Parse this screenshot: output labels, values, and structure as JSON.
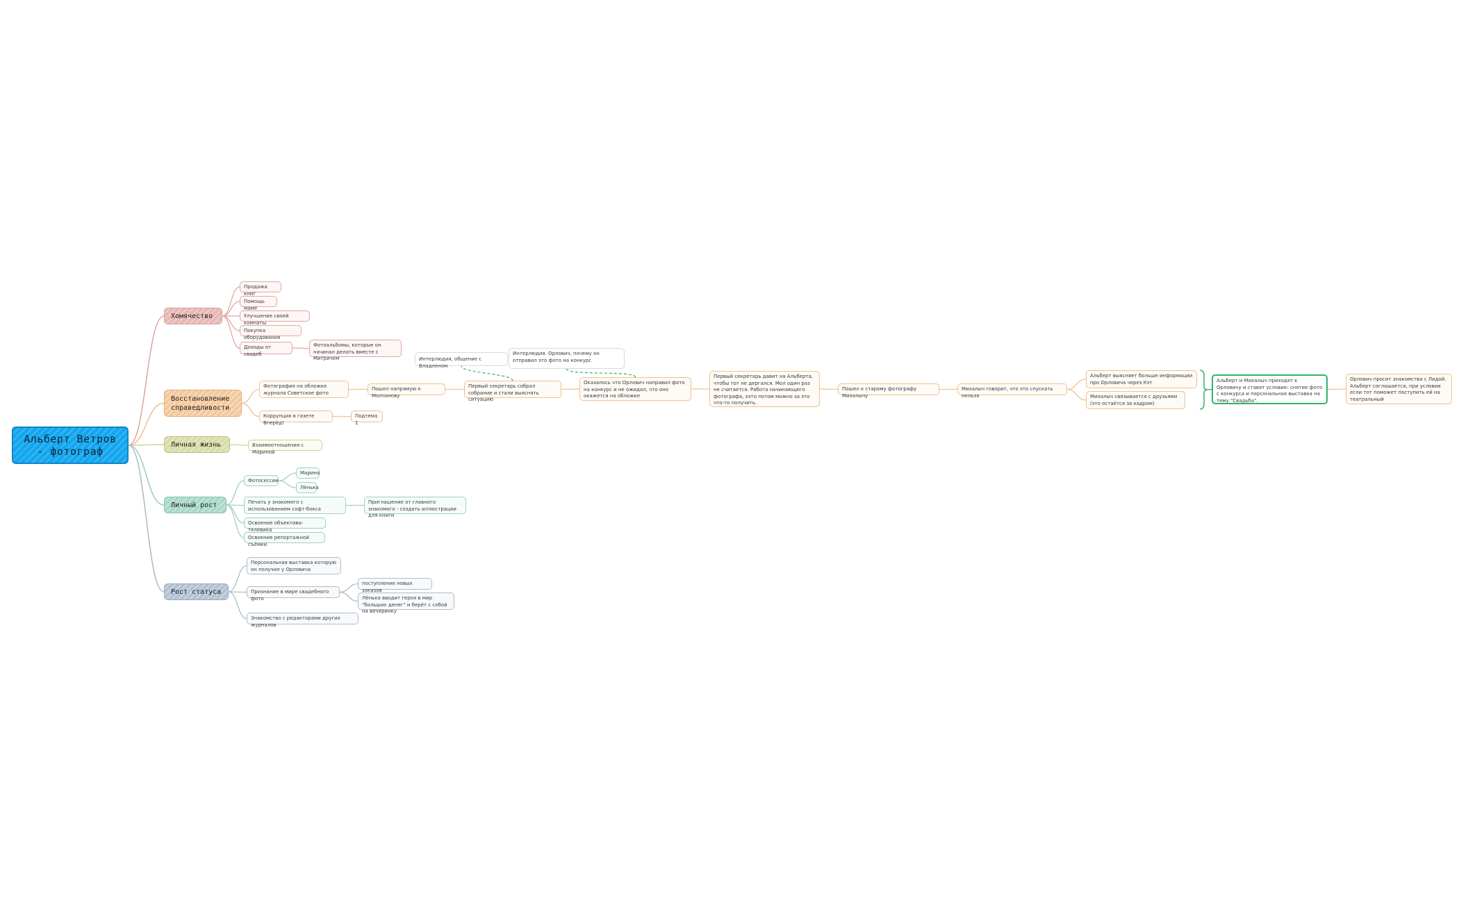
{
  "root": "Альберт Ветров - фотограф",
  "branches": {
    "hom": {
      "label": "Хомячество",
      "items": [
        "Продажа книг",
        "Помощь маме",
        "Улучшение своей комнаты",
        "Покупка оборудования",
        "Доходы от свадеб"
      ],
      "sub": "Фотоальбомы, которые он начинал делать вместе с Митричем"
    },
    "vos": {
      "label": "Восстановление справедливости",
      "photo": "Фотография на обложке журнала Советское фото",
      "went": "Пошел напрямую к Молчанову",
      "council": "Первый секретарь собрал собрание и стали выяснять ситуацию",
      "interlude1": "Интерлюдия, общение с Владленом",
      "turned": "Оказалось что Орлович направил фото на конкурс и не ожидал, что оно окажется на обложке",
      "interlude2": "Интерлюдия. Орлович, почему он отправил это фото на конкурс",
      "pressure": "Первый секретарь давит на Альберта, чтобы тот не дергался. Мол один раз не считается. Работа начинающего фотографа, хэто потом можно за это что-то получить.",
      "mikhalych": "Пошел к старому фотографу Михалычу",
      "says": "Михалыч говорит, что это спускать нельзя",
      "learn": "Альберт выясняет больше информации про Орловича через Кэт",
      "friends": "Михалыч связывается с друзьями (это остаётся за кадром)",
      "condition": "Альберт и Михалыч приходят к Орловичу и ставят условие: снятие фото с конкурса и персональная выставка на тему \"Свадьба\".",
      "lida": "Орлович просит знакомства с Лидой. Альберт соглашается, при условии если тот поможет поступить ей на театральный",
      "corruption": "Коррупция в газете Вперёд!",
      "subtheme": "Подтема 1"
    },
    "lich": {
      "label": "Личная жизнь",
      "items": [
        "Взаимоотношения с Мариной"
      ]
    },
    "rost": {
      "label": "Личный рост",
      "photo_sessions": "Фотосессии",
      "people": [
        "Марина",
        "Лёнька"
      ],
      "print": "Печать у знакомого с использованием софт-бокса",
      "invite": "Приглашение от главного знакомого - создать иллюстрации для книги",
      "lens": "Освоение объектива-телевика",
      "report": "Освоение репортажной съёмки"
    },
    "stat": {
      "label": "Рост статуса",
      "exhibit": "Персональная выставка которую он получил у Орловича",
      "recog": "Признание в мире свадебного фото",
      "orders": "поступление новых заказов",
      "lenya": "Лёнька вводит героя в мир \"больших денег\" и берёт с собой на вечеринку",
      "editors": "Знакомство с редакторами других журналов"
    }
  },
  "colors": {
    "root": "#14a6ee",
    "hom": "#e2a7a2",
    "vos": "#efc190",
    "lich": "#cfd39a",
    "rost": "#9fd0c0",
    "stat": "#aebccb",
    "relation": "#2fb36b"
  }
}
